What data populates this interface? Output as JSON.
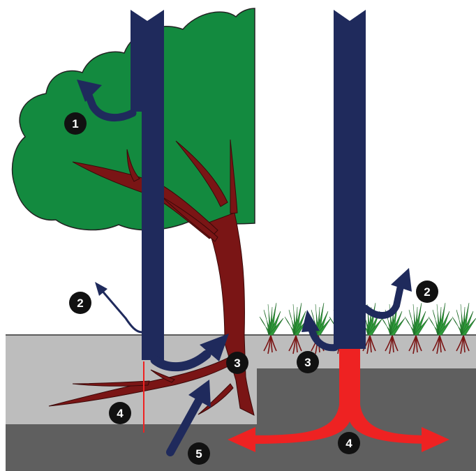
{
  "markers": [
    {
      "id": "left-1",
      "label": "1"
    },
    {
      "id": "left-2",
      "label": "2"
    },
    {
      "id": "left-3",
      "label": "3"
    },
    {
      "id": "left-4",
      "label": "4"
    },
    {
      "id": "left-5",
      "label": "5"
    },
    {
      "id": "right-2",
      "label": "2"
    },
    {
      "id": "right-3",
      "label": "3"
    },
    {
      "id": "right-4",
      "label": "4"
    }
  ],
  "colors": {
    "flow_blue": "#1f2a5c",
    "canopy_green": "#138a3f",
    "trunk_red_brown": "#7a1515",
    "red_flow": "#ee2222",
    "topsoil_gray": "#bdbdbd",
    "subsoil_gray": "#5f5f5f",
    "grass_green": "#2f9a3a"
  }
}
